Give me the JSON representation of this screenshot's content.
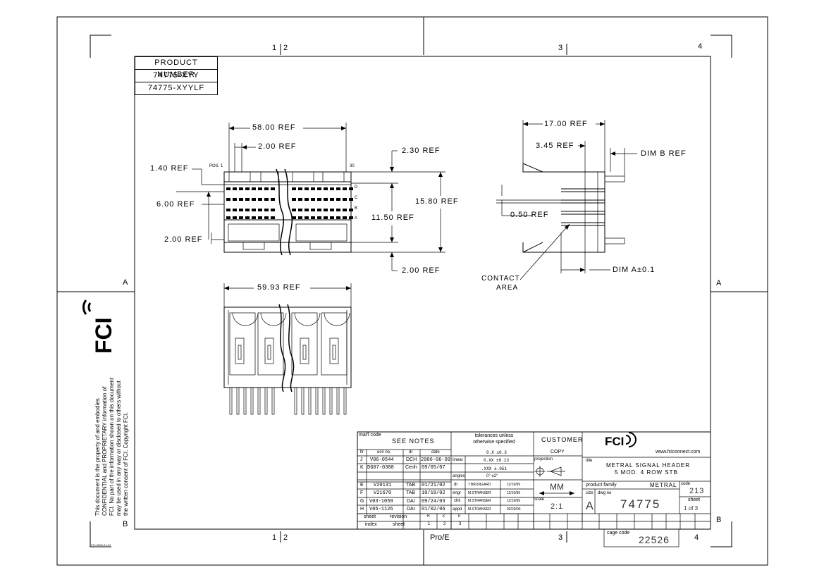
{
  "zones": {
    "top": [
      "1",
      "2",
      "3",
      "4"
    ],
    "bottom": [
      "1",
      "2",
      "3",
      "4"
    ],
    "left": [
      "A",
      "B"
    ],
    "right": [
      "A",
      "B"
    ],
    "pro_e": "Pro/E"
  },
  "product_number": {
    "header": "PRODUCT NUMBER",
    "items": [
      "74775-XYY",
      "74775-XYYLF"
    ]
  },
  "front_view": {
    "dims": {
      "width": "58.00 REF",
      "pitch": "2.00 REF",
      "left_offset": "1.40 REF",
      "rows_span": "6.00 REF",
      "bottom_pitch": "2.00 REF",
      "top_offset": "2.30 REF",
      "height": "15.80 REF",
      "inner_height": "11.50 REF",
      "bottom_offset": "2.00 REF"
    },
    "pos1": "POS. 1",
    "pos30": "30",
    "rows": [
      "D",
      "C",
      "B",
      "A"
    ]
  },
  "side_view": {
    "dims": {
      "width": "17.00 REF",
      "offset": "3.45 REF",
      "dim_b": "DIM B REF",
      "gap": "0.50 REF",
      "dim_a": "DIM A±0.1"
    },
    "contact_area": [
      "CONTACT",
      "AREA"
    ]
  },
  "bottom_view": {
    "width": "59.93 REF"
  },
  "disclaimer": "This document is the property of and embodies CONFIDENTIAL and PROPRIETARY information of FCI. No part of the information shown on this document may be used in any way or disclosed to others without the written consent of FCI. Copyright FCI.",
  "footer_code": "FCI-2006-01-01",
  "title_block": {
    "matl_code": "mat'l code",
    "see_notes": "SEE NOTES",
    "tolerances": "tolerances unless otherwise specified",
    "customer": "CUSTOMER",
    "copy": "COPY",
    "website": "www.fciconnect.com",
    "revision_header": [
      "ltr",
      "ecn no.",
      "dr",
      "date"
    ],
    "revisions": [
      {
        "ltr": "J",
        "ecn": "V06-0544",
        "dr": "DCH",
        "date": "2006-06-09"
      },
      {
        "ltr": "K",
        "ecn": "DG07-0388",
        "dr": "Cenh",
        "date": "09/05/07"
      },
      {
        "ltr": "E",
        "ecn": "V20131",
        "dr": "TAB",
        "date": "01/21/02"
      },
      {
        "ltr": "F",
        "ecn": "V21670",
        "dr": "TAB",
        "date": "10/18/02"
      },
      {
        "ltr": "G",
        "ecn": "V03-1059",
        "dr": "DAI",
        "date": "09/24/03"
      },
      {
        "ltr": "H",
        "ecn": "V05-1126",
        "dr": "DAI",
        "date": "01/02/06"
      }
    ],
    "linear_label": "linear",
    "linear_tol": [
      "0.X ±0.3",
      "0.XX ±0.13",
      ".XXX ±.051"
    ],
    "angles_label": "angles",
    "angles_tol": "0° ±2°",
    "approvals": [
      {
        "role": "dr",
        "name": "T.BRUNGARD",
        "date": "11/19/99"
      },
      {
        "role": "engr",
        "name": "M.STRANSER",
        "date": "11/19/99"
      },
      {
        "role": "chk",
        "name": "M.STRANSER",
        "date": "11/19/99"
      },
      {
        "role": "appd",
        "name": "M.STRANSER",
        "date": "02/29/00"
      }
    ],
    "projection": "projection",
    "units": "MM",
    "scale_label": "scale",
    "scale": "2:1",
    "title_label": "title",
    "title_lines": [
      "METRAL SIGNAL HEADER",
      "5 MOD. 4 ROW STB"
    ],
    "product_family_label": "product family",
    "product_family": "METRAL",
    "code_label": "code",
    "code": "213",
    "size_label": "size",
    "size": "A",
    "dwg_no_label": "dwg no",
    "dwg_no": "74775",
    "sheet_label": "sheet",
    "sheet": "1 of 3",
    "sheet_row_label": "sheet",
    "sheet_row_vals": [
      "revision",
      "H",
      "K",
      "K"
    ],
    "index_row_label": "index",
    "index_row_vals": [
      "sheet",
      "1",
      "2",
      "3"
    ],
    "cage_code_label": "cage code",
    "cage_code": "22526"
  }
}
